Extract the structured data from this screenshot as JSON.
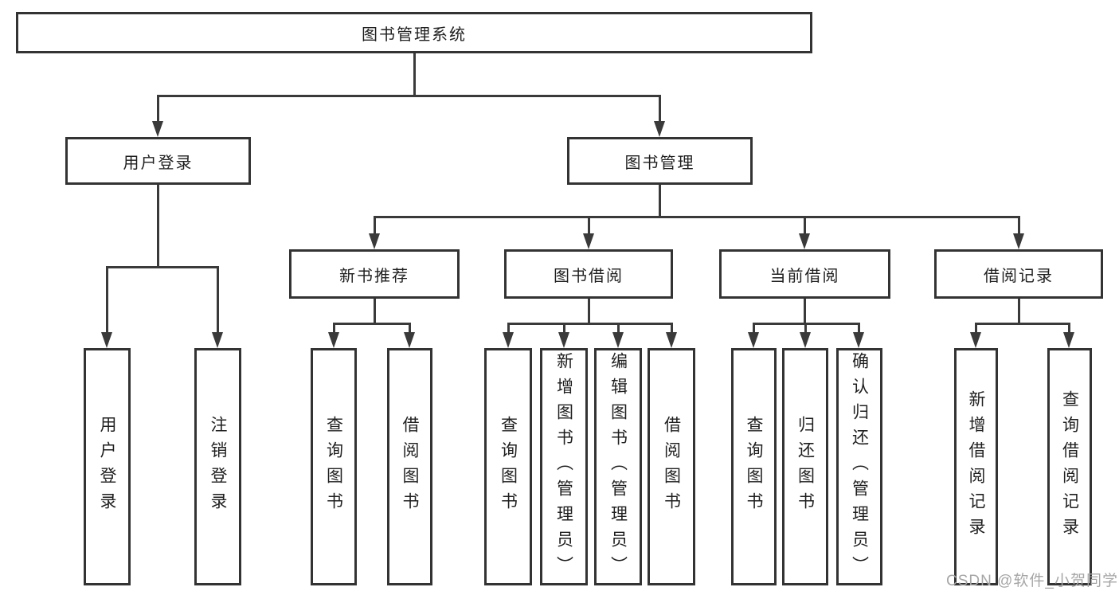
{
  "diagram": {
    "root": "图书管理系统",
    "level2": [
      "用户登录",
      "图书管理"
    ],
    "level3": [
      "新书推荐",
      "图书借阅",
      "当前借阅",
      "借阅记录"
    ],
    "leaves": {
      "user_login": [
        "用户登录",
        "注销登录"
      ],
      "new_book": [
        "查询图书",
        "借阅图书"
      ],
      "book_borrow": [
        "查询图书",
        "新增图书（管理员）",
        "编辑图书（管理员）",
        "借阅图书"
      ],
      "current_borrow": [
        "查询图书",
        "归还图书",
        "确认归还（管理员）"
      ],
      "borrow_record": [
        "新增借阅记录",
        "查询借阅记录"
      ]
    },
    "watermark": "CSDN @软件_小贺同学",
    "colors": {
      "border": "#333333",
      "line": "#3a3a3a",
      "text": "#1f1f1f",
      "watermark": "#a6a6a6",
      "background": "#ffffff"
    }
  }
}
